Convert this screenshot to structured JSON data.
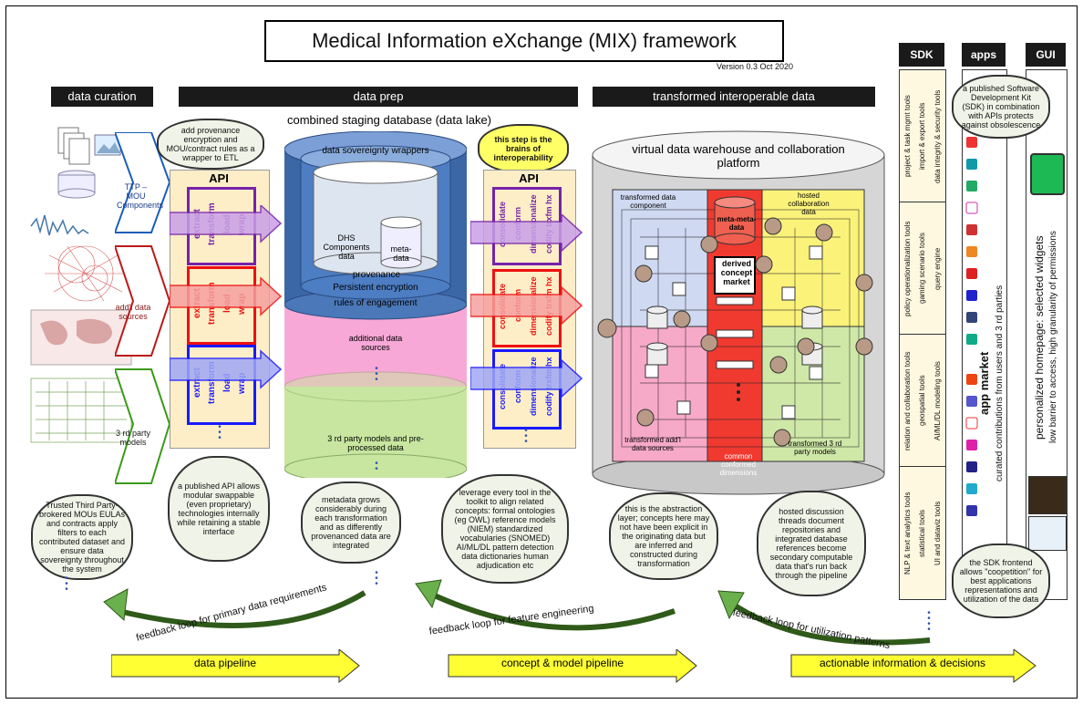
{
  "title": "Medical Information eXchange (MIX) framework",
  "version": "Version 0.3  Oct 2020",
  "headers": {
    "curation": "data curation",
    "prep": "data prep",
    "transformed": "transformed interoperable data",
    "sdk": "SDK",
    "apps": "apps",
    "gui": "GUI"
  },
  "curation": {
    "ttp": "TTP – MOU Components",
    "addl": "add'l data sources",
    "third": "3 rd party models"
  },
  "staging_label": "combined staging database (data lake)",
  "api_label": "API",
  "api_left_groups": [
    "extract",
    "transform",
    "load",
    "wrap"
  ],
  "api_right_groups": [
    "consolidate",
    "conform",
    "dimensionalize",
    "codify trxfm hx"
  ],
  "cylinder1": {
    "top": "data sovereignty wrappers",
    "dhs": "DHS Components data",
    "meta": "meta-data",
    "prov": "provenance",
    "persist": "Persistent encryption",
    "rules": "rules of engagement",
    "additional": "additional data sources",
    "third": "3 rd party models and pre-processed data"
  },
  "warehouse": {
    "title": "virtual data warehouse and collaboration platform",
    "transformed_component": "transformed data component",
    "meta_meta": "meta-meta-data",
    "hosted": "hosted collaboration data",
    "derived": "derived concept market",
    "transformed_addl": "transformed add'l data sources",
    "transformed_third": "transformed 3 rd party models",
    "common": "common conformed dimensions"
  },
  "clouds": {
    "provenance": "add provenance encryption and MOU/contract rules as a wrapper to ETL",
    "brains": "this step is the brains of interoperability",
    "sdk": "a published Software Development Kit (SDK) in combination with APIs protects against obsolescence",
    "trusted": "Trusted Third Party-brokered MOUs EULAs and contracts apply filters to each contributed dataset and ensure data sovereignty throughout the system",
    "api": "a published API allows modular swappable (even proprietary) technologies internally while retaining a stable interface",
    "metadata": "metadata grows considerably during each transformation and as differently provenanced data are integrated",
    "leverage": "leverage every tool in the toolkit to align related concepts: formal ontologies (eg OWL) reference models (NIEM) standardized vocabularies (SNOMED) AI/ML/DL pattern detection data dictionaries human adjudication etc",
    "abstraction": "this is the abstraction layer; concepts here may not have been explicit in the originating data but are inferred and constructed during transformation",
    "hosted": "hosted discussion threads document repositories and integrated database references become secondary computable data that's run back through the pipeline",
    "frontend": "the SDK frontend allows \"coopetition\" for best applications representations and utilization of the data"
  },
  "sdk_tools": [
    [
      "project & task mgmt tools",
      "import & export tools",
      "data integrity & security tools"
    ],
    [
      "policy operationalization tools",
      "gaming scenario tools",
      "query engine"
    ],
    [
      "relation and collaboration tools",
      "geospatial tools",
      "AI/ML/DL modeling tools"
    ],
    [
      "NLP & text analytics tools",
      "statistical tools",
      "UI and dataviz tools"
    ]
  ],
  "app_market": {
    "title": "app market",
    "sub": "curated contributions from users and 3 rd parties"
  },
  "gui": {
    "title": "personalized homepage: selected widgets",
    "sub": "low barrier to access, high granularity of permissions"
  },
  "feedback": {
    "primary": "feedback loop for primary data requirements",
    "feature": "feedback loop for feature engineering",
    "utilization": "feedback loop for utilization patterns"
  },
  "pipelines": {
    "data": "data pipeline",
    "concept": "concept & model pipeline",
    "actionable": "actionable information & decisions"
  },
  "colors": {
    "blue": "#1a1aff",
    "purple": "#7722aa",
    "red": "#ee1111",
    "yellow_arrow": "#ffff33",
    "cyl_blue": "#3b67a6",
    "cyl_pink": "#f7a8d6",
    "cyl_green": "#c8e6a0"
  }
}
